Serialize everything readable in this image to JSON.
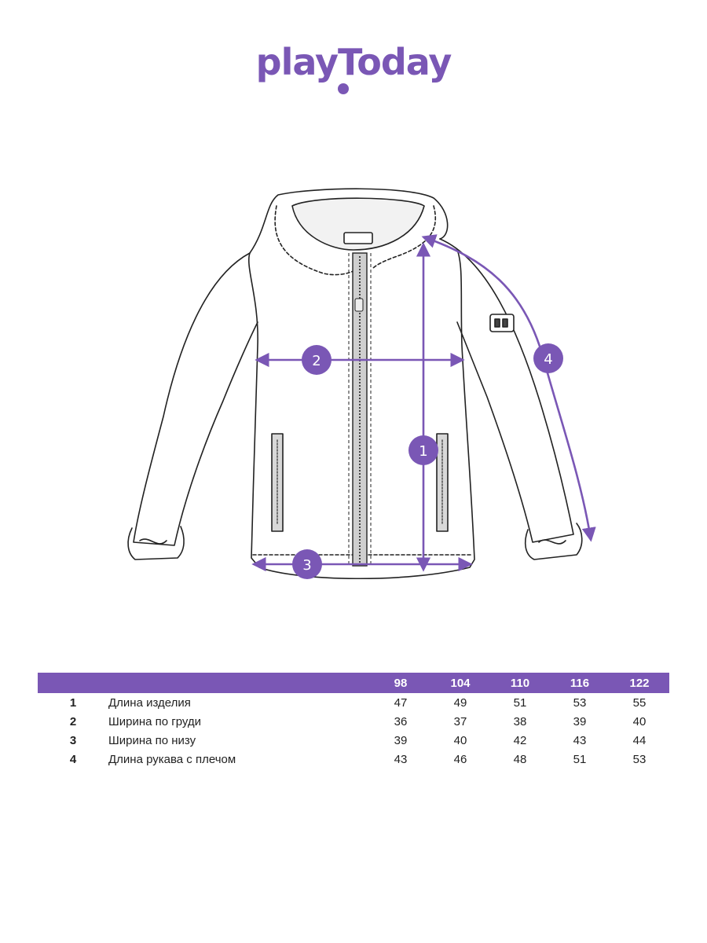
{
  "brand": {
    "logo_text": "playToday",
    "color": "#7a57b5"
  },
  "diagram": {
    "markers": [
      "1",
      "2",
      "3",
      "4"
    ]
  },
  "size_table": {
    "sizes": [
      "98",
      "104",
      "110",
      "116",
      "122"
    ],
    "rows": [
      {
        "num": "1",
        "name": "Длина изделия",
        "values": [
          "47",
          "49",
          "51",
          "53",
          "55"
        ]
      },
      {
        "num": "2",
        "name": "Ширина по груди",
        "values": [
          "36",
          "37",
          "38",
          "39",
          "40"
        ]
      },
      {
        "num": "3",
        "name": "Ширина по низу",
        "values": [
          "39",
          "40",
          "42",
          "43",
          "44"
        ]
      },
      {
        "num": "4",
        "name": "Длина рукава с плечом",
        "values": [
          "43",
          "46",
          "48",
          "51",
          "53"
        ]
      }
    ]
  }
}
